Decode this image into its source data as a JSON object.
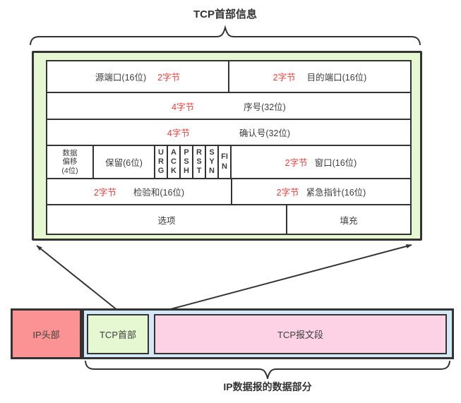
{
  "title": "TCP首部信息",
  "tcp_header": {
    "fields": {
      "source_port": {
        "label": "源端口(16位)",
        "bytes": "2字节"
      },
      "dest_port": {
        "label": "目的端口(16位)",
        "bytes": "2字节"
      },
      "sequence": {
        "label": "序号(32位)",
        "bytes": "4字节"
      },
      "acknowledgment": {
        "label": "确认号(32位)",
        "bytes": "4字节"
      },
      "data_offset": {
        "label": "数据\n偏移\n(4位)"
      },
      "reserved": {
        "label": "保留(6位)"
      },
      "flags": [
        "URG",
        "ACK",
        "PSH",
        "RST",
        "SYN",
        "FIN"
      ],
      "window": {
        "label": "窗口(16位)",
        "bytes": "2字节"
      },
      "checksum": {
        "label": "检验和(16位)",
        "bytes": "2字节"
      },
      "urgent_pointer": {
        "label": "紧急指针(16位)",
        "bytes": "2字节"
      },
      "options": {
        "label": "选项"
      },
      "padding": {
        "label": "填充"
      }
    }
  },
  "ip_datagram": {
    "ip_header_label": "IP头部",
    "tcp_header_label": "TCP首部",
    "tcp_segment_label": "TCP报文段",
    "brace_label": "IP数据报的数据部分"
  },
  "colors": {
    "border": "#333333",
    "text": "#3d3d3d",
    "byte_text": "#f53b3b",
    "green_fill": "#e5f8d2",
    "blue_fill": "#d5e8f8",
    "red_fill": "#fb9394",
    "pink_fill": "#fdd2e4"
  }
}
